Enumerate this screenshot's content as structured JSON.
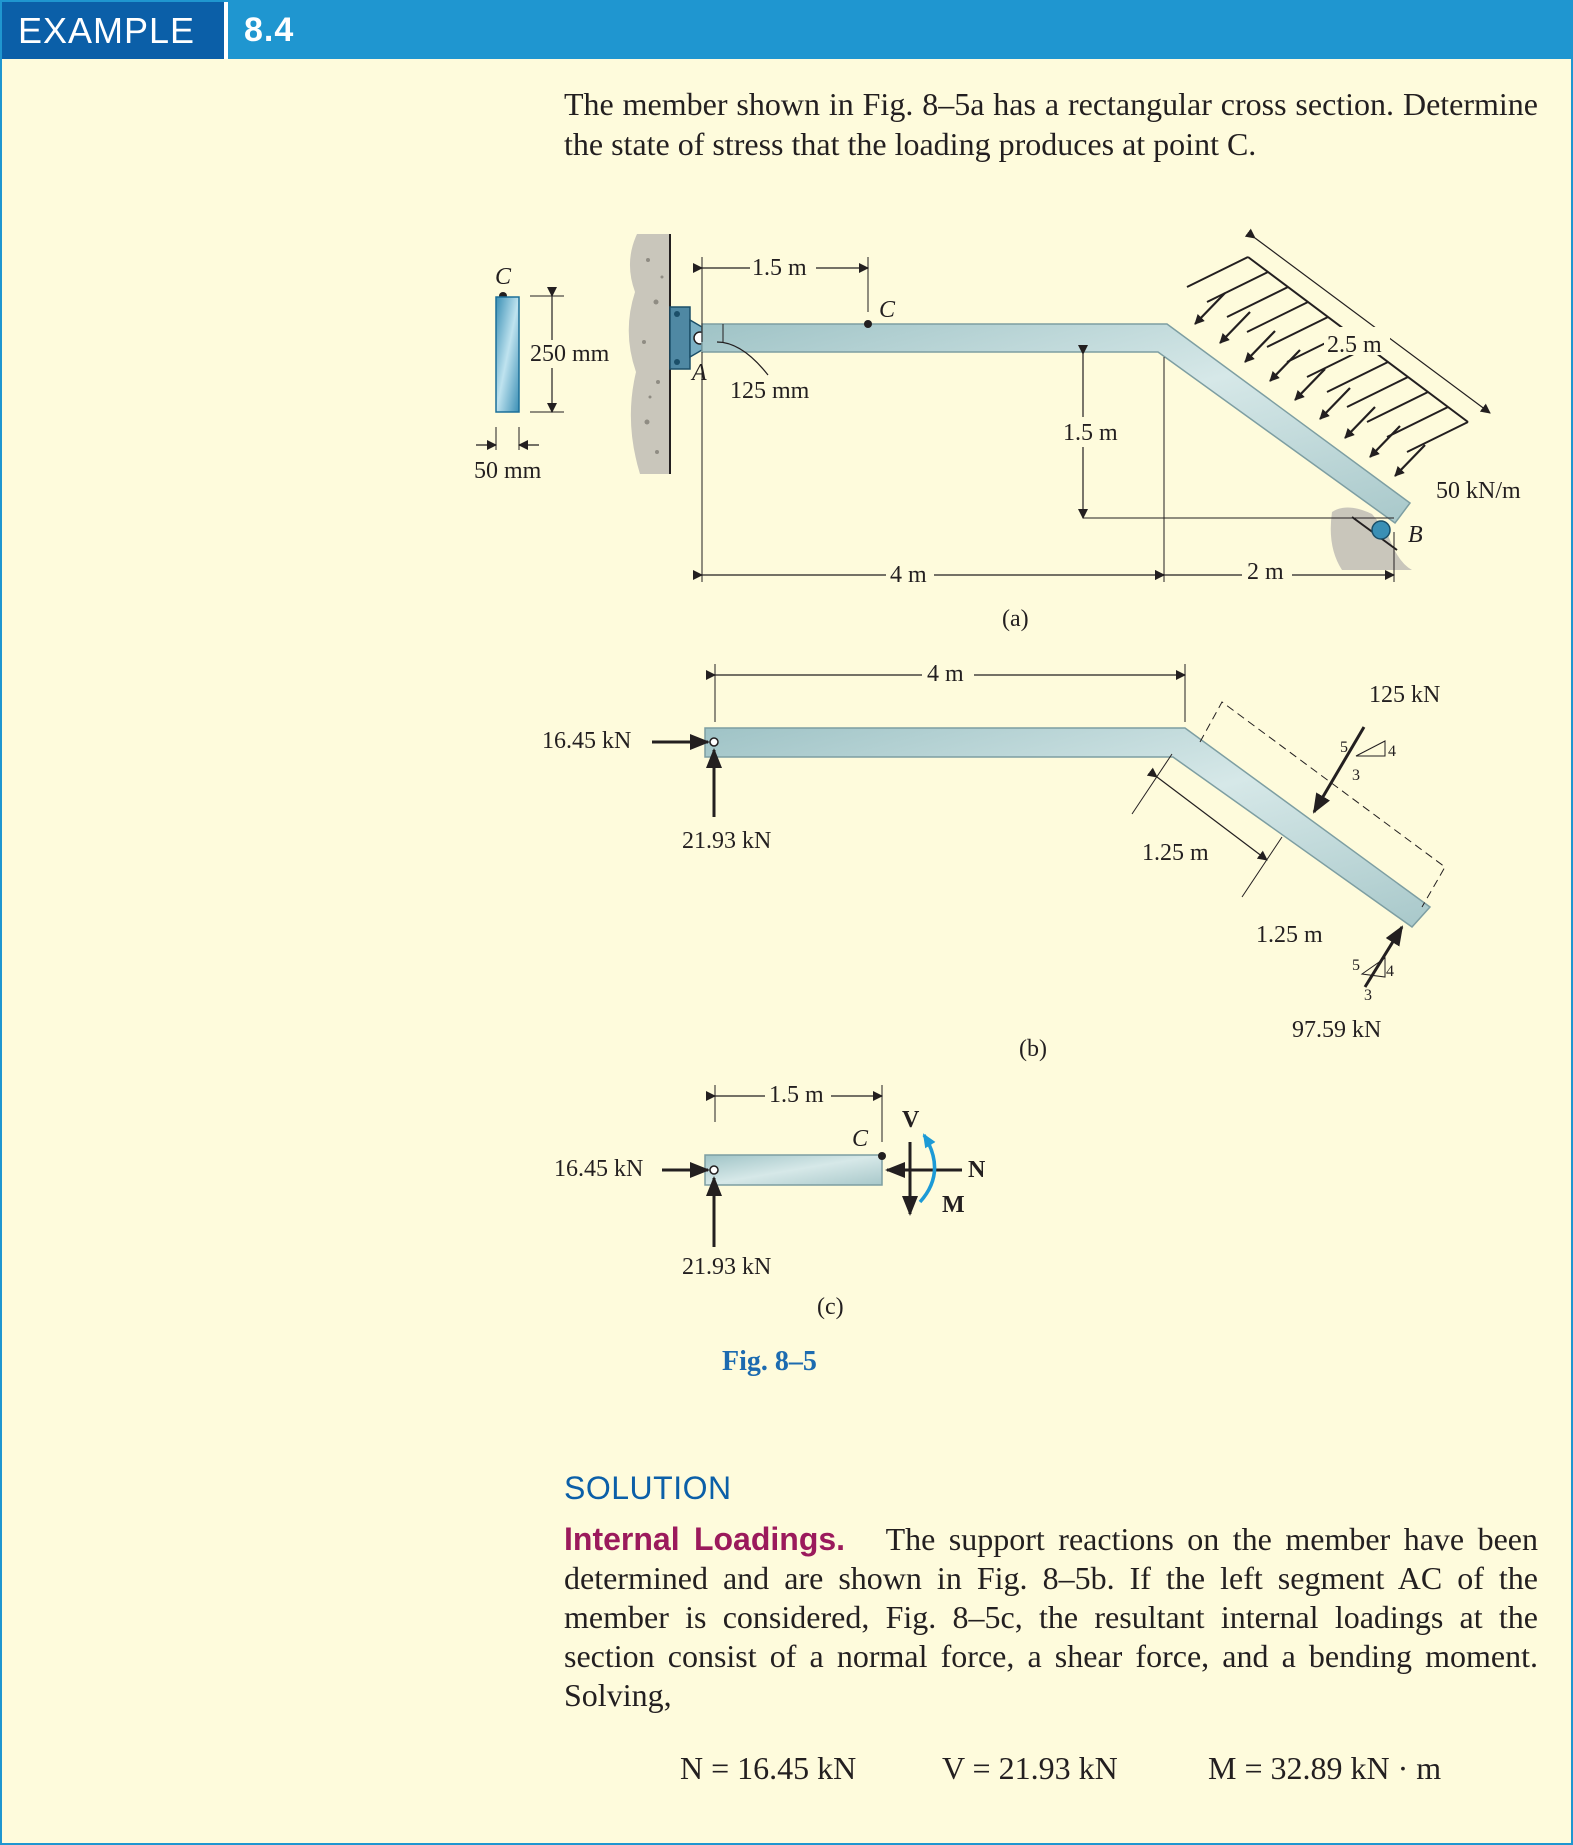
{
  "header": {
    "label": "EXAMPLE",
    "number": "8.4"
  },
  "problem_text": "The member shown in Fig. 8–5a has a rectangular cross section. Determine the state of stress that the loading produces at point C.",
  "figure": {
    "caption": "Fig. 8–5",
    "a": {
      "tag": "(a)",
      "section_point": "C",
      "section_height": "250 mm",
      "section_width": "50 mm",
      "point_A": "A",
      "point_B": "B",
      "point_C": "C",
      "dim_AC": "1.5 m",
      "pin_offset": "125 mm",
      "dim_vertical": "1.5 m",
      "dim_inclined": "2.5 m",
      "load": "50 kN/m",
      "dim_horizontal_1": "4 m",
      "dim_horizontal_2": "2 m"
    },
    "b": {
      "tag": "(b)",
      "dim_top": "4 m",
      "reaction_h": "16.45 kN",
      "reaction_v": "21.93 kN",
      "resultant": "125 kN",
      "dim_1": "1.25 m",
      "dim_2": "1.25 m",
      "reaction_B": "97.59 kN",
      "slope_5": "5",
      "slope_4": "4",
      "slope_3": "3"
    },
    "c": {
      "tag": "(c)",
      "dim": "1.5 m",
      "point_C": "C",
      "reaction_h": "16.45 kN",
      "reaction_v": "21.93 kN",
      "V": "V",
      "N": "N",
      "M": "M"
    }
  },
  "solution": {
    "heading": "SOLUTION",
    "lead": "Internal Loadings.",
    "body": "The support reactions on the member have been determined and are shown in Fig. 8–5b. If the left segment AC of the member is considered, Fig. 8–5c, the resultant internal loadings at the section consist of a normal force, a shear force, and a bending moment. Solving,",
    "equations": {
      "n": "N = 16.45 kN",
      "v": "V = 21.93 kN",
      "m": "M = 32.89 kN · m"
    }
  }
}
